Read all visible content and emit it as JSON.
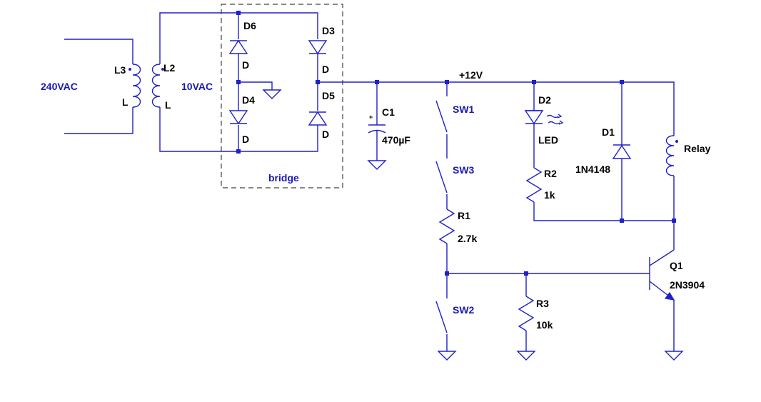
{
  "labels": {
    "input_voltage": "240VAC",
    "secondary_voltage": "10VAC",
    "supply_rail": "+12V",
    "bridge_box": "bridge"
  },
  "components": {
    "L3": {
      "ref": "L3",
      "value": "L"
    },
    "L2": {
      "ref": "L2",
      "value": "L"
    },
    "D6": {
      "ref": "D6",
      "value": "D"
    },
    "D3": {
      "ref": "D3",
      "value": "D"
    },
    "D4": {
      "ref": "D4",
      "value": "D"
    },
    "D5": {
      "ref": "D5",
      "value": "D"
    },
    "C1": {
      "ref": "C1",
      "value": "470µF",
      "polarity": "+"
    },
    "SW1": {
      "ref": "SW1"
    },
    "SW3": {
      "ref": "SW3"
    },
    "SW2": {
      "ref": "SW2"
    },
    "R1": {
      "ref": "R1",
      "value": "2.7k"
    },
    "R2": {
      "ref": "R2",
      "value": "1k"
    },
    "R3": {
      "ref": "R3",
      "value": "10k"
    },
    "D2": {
      "ref": "D2",
      "value": "LED"
    },
    "D1": {
      "ref": "D1",
      "value": "1N4148"
    },
    "Relay": {
      "ref": "Relay"
    },
    "Q1": {
      "ref": "Q1",
      "value": "2N3904"
    }
  },
  "colors": {
    "wire": "#2020c8",
    "net_label": "#1a1ab0",
    "component_text": "#000000",
    "bridge_outline": "#404040",
    "background": "#ffffff"
  }
}
